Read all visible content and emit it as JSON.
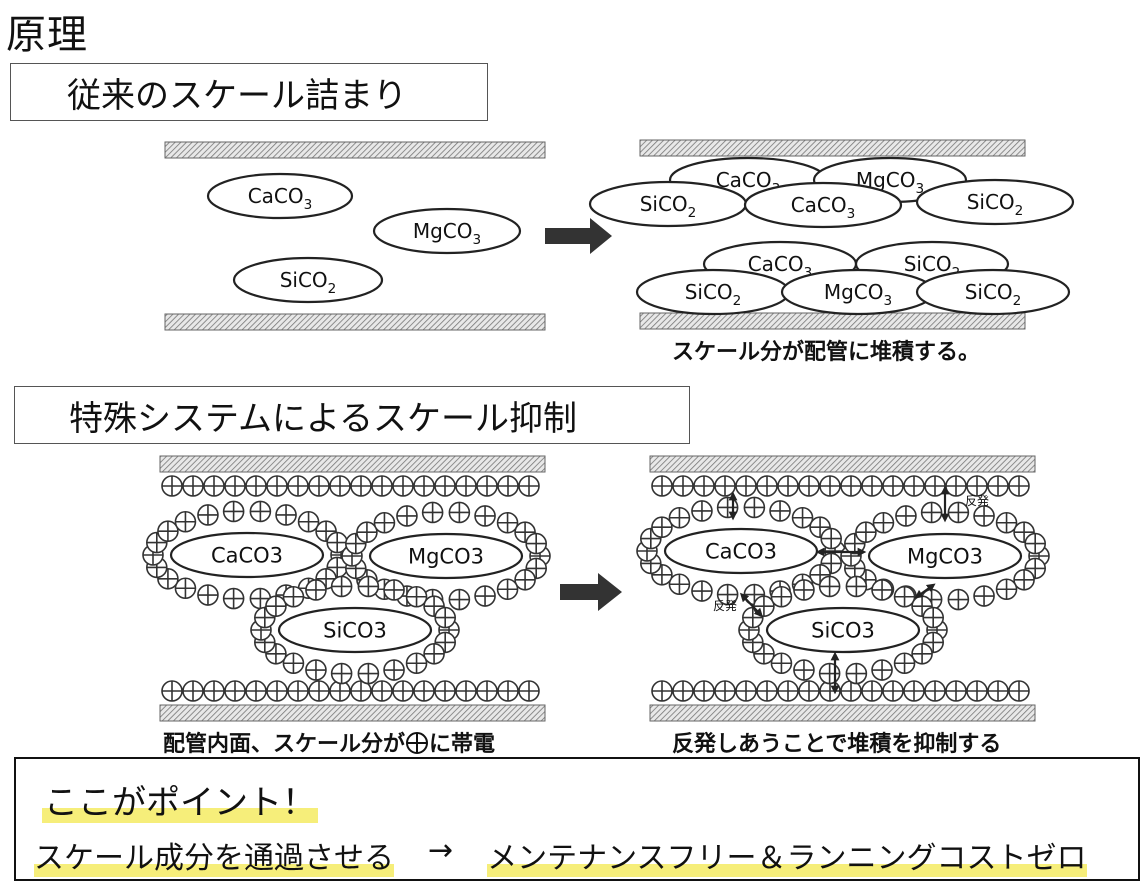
{
  "title": "原理",
  "section1": {
    "label": "従来のスケール詰まり",
    "left_molecules": [
      {
        "base": "CaCO",
        "sub": "3"
      },
      {
        "base": "MgCO",
        "sub": "3"
      },
      {
        "base": "SiCO",
        "sub": "2"
      }
    ],
    "right_molecules": [
      {
        "base": "CaCO",
        "sub": "3"
      },
      {
        "base": "MgCO",
        "sub": "3"
      },
      {
        "base": "SiCO",
        "sub": "2"
      },
      {
        "base": "CaCO",
        "sub": "3"
      },
      {
        "base": "SiCO",
        "sub": "2"
      },
      {
        "base": "CaCO",
        "sub": "3"
      },
      {
        "base": "SiCO",
        "sub": "2"
      },
      {
        "base": "SiCO",
        "sub": "2"
      },
      {
        "base": "MgCO",
        "sub": "3"
      },
      {
        "base": "SiCO",
        "sub": "2"
      }
    ],
    "caption": "スケール分が配管に堆積する。"
  },
  "section2": {
    "label": "特殊システムによるスケール抑制",
    "molecules": [
      "CaCO3",
      "MgCO3",
      "SiCO3"
    ],
    "repel_label": "反発",
    "caption_left_a": "配管内面、スケール分が",
    "caption_left_b": "に帯電",
    "caption_right": "反発しあうことで堆積を抑制する"
  },
  "point": {
    "title": "ここがポイント！",
    "left": "スケール成分を通過させる",
    "arrow": "→",
    "right": "メンテナンスフリー＆ランニングコストゼロ"
  }
}
